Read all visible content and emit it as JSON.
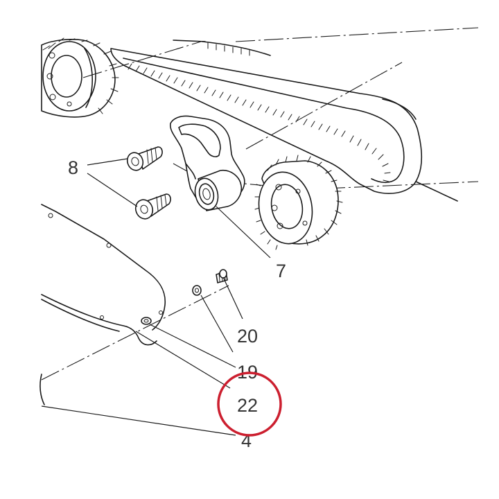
{
  "parts": {
    "callout_8": "8",
    "callout_7": "7",
    "callout_20": "20",
    "callout_19": "19",
    "callout_22": "22",
    "callout_4": "4"
  },
  "highlight": {
    "callout": "22",
    "color": "#cc1f2f"
  }
}
